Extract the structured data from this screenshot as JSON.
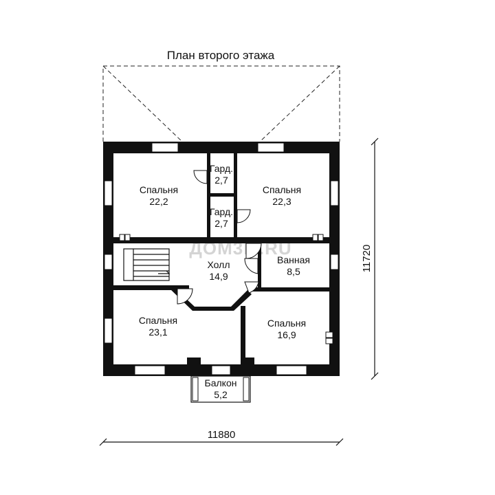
{
  "plan": {
    "title": "План второго этажа",
    "watermark": "ДОМ3М.RU",
    "rooms": [
      {
        "id": "bedroom-nw",
        "name": "Спальня",
        "area": "22,2"
      },
      {
        "id": "wardrobe-1",
        "name": "Гард.",
        "area": "2,7"
      },
      {
        "id": "wardrobe-2",
        "name": "Гард.",
        "area": "2,7"
      },
      {
        "id": "bedroom-ne",
        "name": "Спальня",
        "area": "22,3"
      },
      {
        "id": "hall",
        "name": "Холл",
        "area": "14,9"
      },
      {
        "id": "bathroom",
        "name": "Ванная",
        "area": "8,5"
      },
      {
        "id": "bedroom-sw",
        "name": "Спальня",
        "area": "23,1"
      },
      {
        "id": "bedroom-se",
        "name": "Спальня",
        "area": "16,9"
      },
      {
        "id": "balcony",
        "name": "Балкон",
        "area": "5,2"
      }
    ],
    "dimensions": {
      "width": "11880",
      "height": "11720"
    }
  }
}
